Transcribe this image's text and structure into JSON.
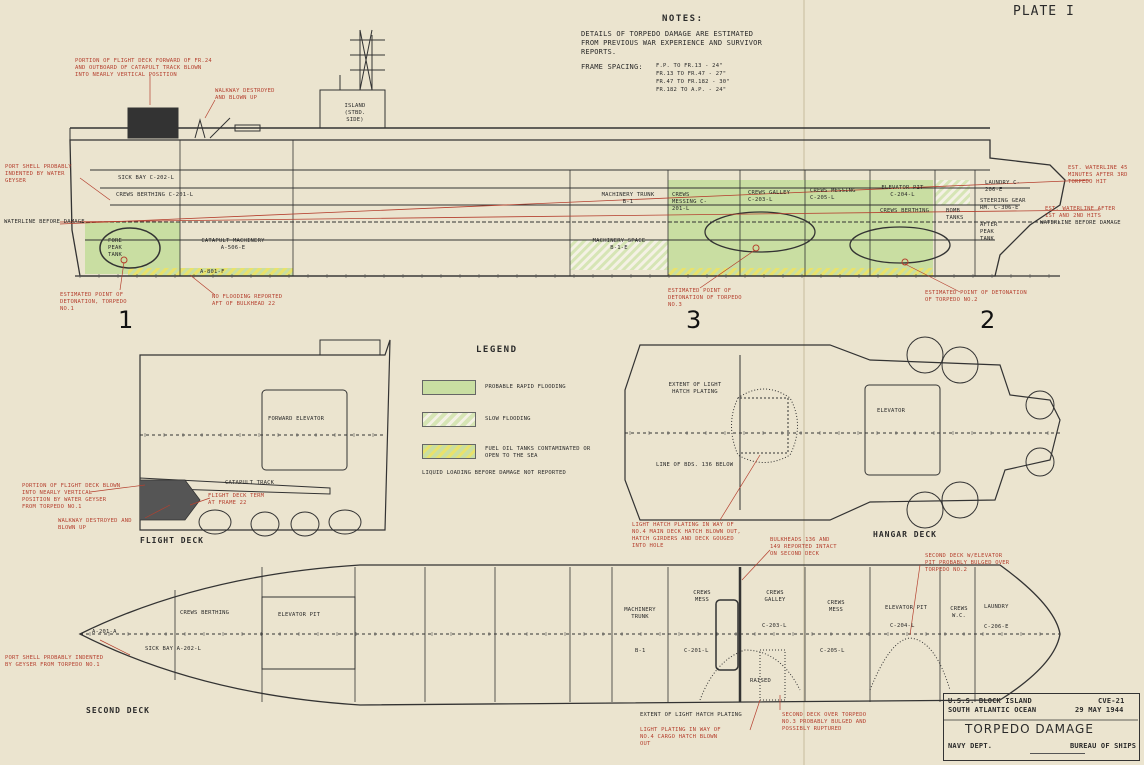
{
  "plate": "PLATE I",
  "notes": {
    "heading": "NOTES:",
    "lines": [
      "DETAILS OF TORPEDO DAMAGE ARE ESTIMATED",
      "FROM PREVIOUS WAR EXPERIENCE AND SURVIVOR",
      "REPORTS."
    ],
    "frame_spacing_label": "FRAME SPACING:",
    "frame_spacing": [
      "F.P. TO FR.13 - 24\"",
      "FR.13 TO FR.47 - 27\"",
      "FR.47 TO FR.182 - 30\"",
      "FR.182 TO A.P. - 24\""
    ]
  },
  "torpedo_numbers": [
    "1",
    "3",
    "2"
  ],
  "profile": {
    "island": "ISLAND (STBD. SIDE)",
    "sick_bay": "SICK BAY C-202-L",
    "crew_berthing": "CREWS BERTHING C-201-L",
    "fore_peak": "FORE PEAK TANK",
    "catapult_machinery": "CATAPULT MACHINERY A-506-E",
    "a801": "A-801-F",
    "machinery_trunk": "MACHINERY TRUNK B-1",
    "machinery_space": "MACHINERY SPACE B-1-E",
    "crews_messing_1": "CREWS MESSING C-201-L",
    "crews_galley": "CREWS GALLEY C-203-L",
    "crews_messing_2": "CREWS MESSING C-205-L",
    "elevator_pit": "ELEVATOR PIT C-204-L",
    "laundry": "LAUNDRY C-206-E",
    "steering_gear": "STEERING GEAR RM. C-306-E",
    "crews_berthing_2": "CREWS BERTHING",
    "bomb_tanks": "BOMB TANKS",
    "after_peak": "AFTER PEAK TANK",
    "waterline_fwd": "WATERLINE BEFORE DAMAGE",
    "waterline_aft": "WATERLINE BEFORE DAMAGE",
    "note_flight_deck": "PORTION OF FLIGHT DECK FORWARD OF FR.24 AND OUTBOARD OF CATAPULT TRACK BLOWN INTO NEARLY VERTICAL POSITION",
    "note_walkway": "WALKWAY DESTROYED AND BLOWN UP",
    "note_port_shell": "PORT SHELL PROBABLY INDENTED BY WATER GEYSER",
    "note_est_wl_1": "EST. WATERLINE 45 MINUTES AFTER 3RD TORPEDO HIT",
    "note_est_wl_2": "EST. WATERLINE AFTER 1ST AND 2ND HITS",
    "note_torp1": "ESTIMATED POINT OF DETONATION, TORPEDO NO.1",
    "note_no_flooding": "NO FLOODING REPORTED AFT OF BULKHEAD 22",
    "note_torp3": "ESTIMATED POINT OF DETONATION OF TORPEDO NO.3",
    "note_torp2": "ESTIMATED POINT OF DETONATION OF TORPEDO NO.2"
  },
  "legend": {
    "heading": "LEGEND",
    "rapid": "PROBABLE RAPID FLOODING",
    "slow": "SLOW FLOODING",
    "fuel": "FUEL OIL TANKS CONTAMINATED OR OPEN TO THE SEA",
    "liquid": "LIQUID LOADING BEFORE DAMAGE NOT REPORTED"
  },
  "flight_deck": {
    "label": "FLIGHT DECK",
    "forward_elevator": "FORWARD ELEVATOR",
    "catapult_track": "CATAPULT TRACK",
    "note_portion": "PORTION OF FLIGHT DECK BLOWN INTO NEARLY VERTICAL POSITION BY WATER GEYSER FROM TORPEDO NO.1",
    "note_walkway": "WALKWAY DESTROYED AND BLOWN UP",
    "note_term": "FLIGHT DECK TERM AT FRAME 22"
  },
  "hangar_deck": {
    "label": "HANGAR DECK",
    "elevator": "ELEVATOR",
    "extent": "EXTENT OF LIGHT HATCH PLATING",
    "line": "LINE OF BDS. 136 BELOW",
    "note_hatch": "LIGHT HATCH PLATING IN WAY OF NO.4 MAIN DECK HATCH BLOWN OUT, HATCH GIRDERS AND DECK GOUGED INTO HOLE"
  },
  "second_deck": {
    "label": "SECOND DECK",
    "crews_berthing": "CREWS BERTHING",
    "elevator_pit": "ELEVATOR PIT",
    "sick_bay": "SICK BAY A-202-L",
    "a201": "A-201-A",
    "machinery_trunk": "MACHINERY TRUNK",
    "b1": "B-1",
    "crews_mess": "CREWS MESS",
    "c201": "C-201-L",
    "crews_galley": "CREWS GALLEY",
    "c203": "C-203-L",
    "crews_mess_2": "CREWS MESS",
    "c205": "C-205-L",
    "elevator_pit_2": "ELEVATOR PIT",
    "c204": "C-204-L",
    "crews_wc": "CREWS W.C.",
    "laundry": "LAUNDRY",
    "c206": "C-206-E",
    "raised": "RAISED",
    "note_port_shell": "PORT SHELL PROBABLY INDENTED BY GEYSER FROM TORPEDO NO.1",
    "note_bulkheads": "BULKHEADS 136 AND 149 REPORTED INTACT ON SECOND DECK",
    "note_second_deck": "SECOND DECK W/ELEVATOR PIT PROBABLY BULGED OVER TORPEDO NO.2",
    "note_extent": "EXTENT OF LIGHT HATCH PLATING",
    "note_light_plating": "LIGHT PLATING IN WAY OF NO.4 CARGO HATCH BLOWN OUT",
    "note_bulged": "SECOND DECK OVER TORPEDO NO.3 PROBABLY BULGED AND POSSIBLY RUPTURED"
  },
  "title_block": {
    "ship": "U.S.S. BLOCK ISLAND",
    "hull": "CVE-21",
    "location": "SOUTH ATLANTIC OCEAN",
    "date": "29 MAY 1944",
    "title": "TORPEDO DAMAGE",
    "navy": "NAVY DEPT.",
    "bureau": "BUREAU OF SHIPS"
  },
  "colors": {
    "rapid": "#c9dea2",
    "fuel": "#e9e26b",
    "red_note": "#b5402f",
    "line": "#333333"
  }
}
